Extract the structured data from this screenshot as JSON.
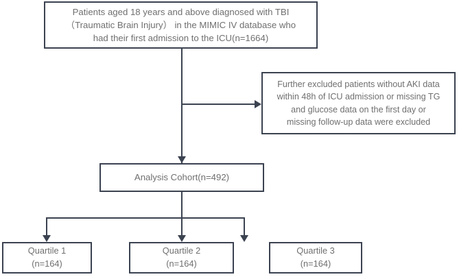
{
  "diagram": {
    "type": "flowchart",
    "title": "Study participant selection flow diagram",
    "nodes": {
      "source": {
        "label": "Patients aged 18 years and above diagnosed with TBI\n（Traumatic Brain Injury）  in the MIMIC IV database who\nhad their first admission to the ICU(n=1664)",
        "count": 1664
      },
      "excluded": {
        "label": "Further excluded patients without AKI data\nwithin 48h of ICU admission or missing TG\nand glucose data on the first day or\nmissing follow-up data were excluded"
      },
      "cohort": {
        "label": "Analysis Cohort(n=492)",
        "count": 492
      },
      "quartile1": {
        "label": "Quartile 1\n(n=164)",
        "count": 164
      },
      "quartile2": {
        "label": "Quartile 2\n(n=164)",
        "count": 164
      },
      "quartile3": {
        "label": "Quartile 3\n(n=164)",
        "count": 164
      }
    },
    "connectors": [
      {
        "name": "source-to-cohort",
        "from": "source",
        "to": "cohort",
        "direction": "down"
      },
      {
        "name": "source-to-excluded",
        "from": "source",
        "to": "excluded",
        "direction": "right"
      },
      {
        "name": "cohort-to-quartile1",
        "from": "cohort",
        "to": "quartile1",
        "direction": "down"
      },
      {
        "name": "cohort-to-quartile2",
        "from": "cohort",
        "to": "quartile2",
        "direction": "down"
      },
      {
        "name": "cohort-to-quartile3",
        "from": "cohort",
        "to": "quartile3",
        "direction": "down"
      }
    ],
    "colors": {
      "box_border": "#3b4250",
      "text": "#6f6f6f",
      "background": "#ffffff",
      "connector": "#3b4250"
    }
  }
}
